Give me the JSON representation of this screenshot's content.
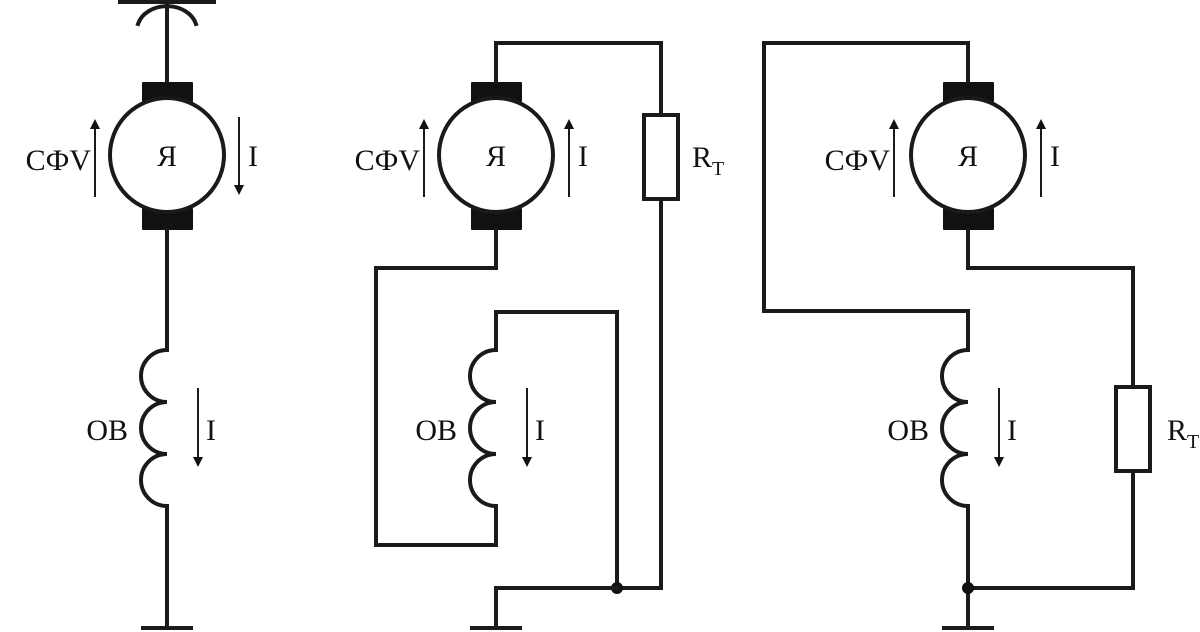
{
  "diagram": {
    "title": "DC motor dynamic braking circuits",
    "circuits": [
      {
        "id": "series-motoring",
        "armature_label": "Я",
        "emf_label": "СФV",
        "armature_current_label": "I",
        "armature_current_direction": "down",
        "field_label": "ОВ",
        "field_current_label": "I",
        "field_current_direction": "down",
        "has_top_terminal": true,
        "has_resistor": false,
        "ground": true
      },
      {
        "id": "braking-field-reversed",
        "armature_label": "Я",
        "emf_label": "СФV",
        "armature_current_label": "I",
        "armature_current_direction": "up",
        "field_label": "ОВ",
        "field_current_label": "I",
        "field_current_direction": "down",
        "resistor_label": "R",
        "resistor_subscript": "T",
        "ground": true,
        "junction": true
      },
      {
        "id": "braking-series",
        "armature_label": "Я",
        "emf_label": "СФV",
        "armature_current_label": "I",
        "armature_current_direction": "up",
        "field_label": "ОВ",
        "field_current_label": "I",
        "field_current_direction": "down",
        "resistor_label": "R",
        "resistor_subscript": "T",
        "ground": true,
        "junction": true
      }
    ]
  }
}
